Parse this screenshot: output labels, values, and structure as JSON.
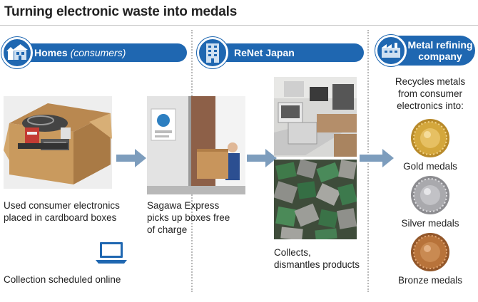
{
  "title": "Turning electronic waste into medals",
  "stages": {
    "homes": {
      "label": "Homes",
      "sublabel": "(consumers)",
      "icon": "house-icon"
    },
    "renet": {
      "label": "ReNet Japan",
      "icon": "building-icon"
    },
    "refining": {
      "label_line1": "Metal refining",
      "label_line2": "company",
      "icon": "factory-icon"
    }
  },
  "captions": {
    "box_line1": "Used consumer electronics",
    "box_line2": "placed in cardboard boxes",
    "pickup_line1": "Sagawa Express",
    "pickup_line2": "picks up boxes free",
    "pickup_line3": "of charge",
    "online": "Collection scheduled online",
    "collect_line1": "Collects,",
    "collect_line2": "dismantles products",
    "recycle_line1": "Recycles metals",
    "recycle_line2": "from consumer",
    "recycle_line3": "electronics into:"
  },
  "medals": [
    {
      "label": "Gold medals",
      "color": "#d4a73c"
    },
    {
      "label": "Silver medals",
      "color": "#a9a9ad"
    },
    {
      "label": "Bronze medals",
      "color": "#b8733a"
    }
  ],
  "colors": {
    "accent": "#1f67b1",
    "arrow": "#7d9dbd"
  }
}
